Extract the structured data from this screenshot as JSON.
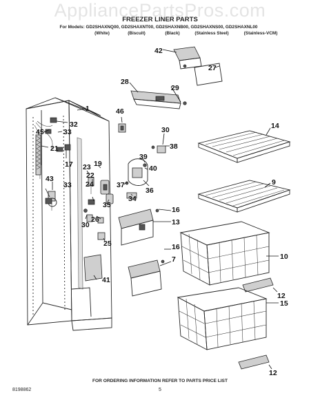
{
  "watermark": "AppliancePartsPros.com",
  "title": "FREEZER LINER PARTS",
  "models_line": "For Models: GD2SHAXNQ00, GD2SHAXNT00, GD2SHAXNB00, GD2SHAXNS00, GD2SHAXNL00",
  "variants": [
    "(White)",
    "(Biscuit)",
    "(Black)",
    "(Stainless Steel)",
    "(Stainless-VCM)"
  ],
  "footer_note": "FOR ORDERING INFORMATION REFER TO PARTS PRICE LIST",
  "doc_number": "8198862",
  "page_number": "5",
  "callouts": {
    "c1": "1",
    "c45": "45",
    "c32": "32",
    "c33a": "33",
    "c21": "21",
    "c17": "17",
    "c43": "43",
    "c33b": "33",
    "c23": "23",
    "c19": "19",
    "c22": "22",
    "c24": "24",
    "c35": "35",
    "c37": "37",
    "c34": "34",
    "c36": "36",
    "c39": "39",
    "c40": "40",
    "c46": "46",
    "c28": "28",
    "c29": "29",
    "c42": "42",
    "c27": "27",
    "c30a": "30",
    "c38": "38",
    "c14": "14",
    "c9": "9",
    "c16a": "16",
    "c13": "13",
    "c30b": "30",
    "c26": "26",
    "c25": "25",
    "c41": "41",
    "c16b": "16",
    "c7": "7",
    "c10": "10",
    "c12a": "12",
    "c15": "15",
    "c12b": "12"
  }
}
